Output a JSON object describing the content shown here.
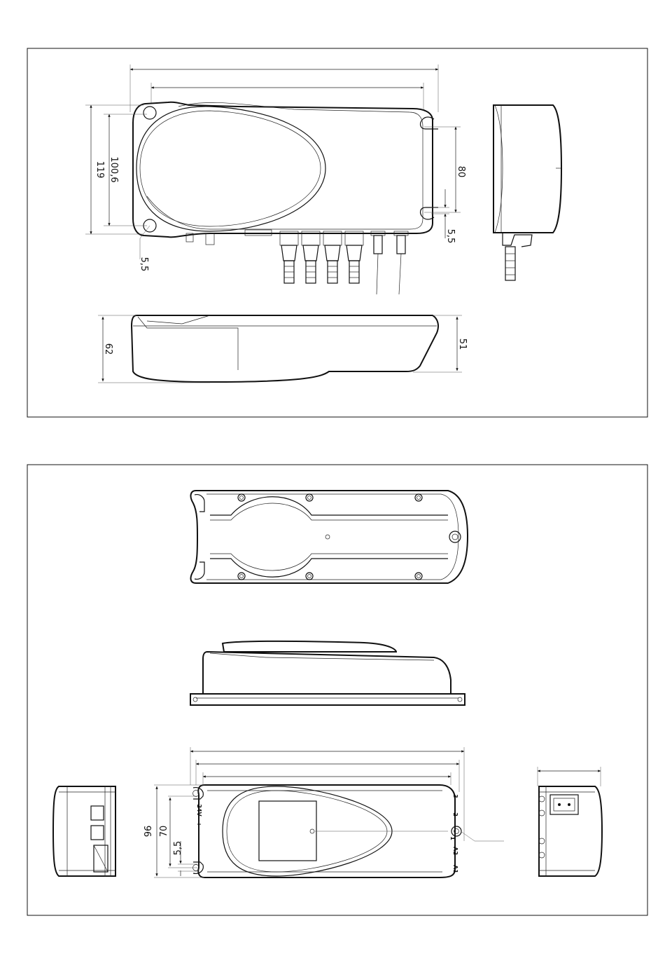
{
  "sheet_top": {
    "front_view": {
      "dim_height_outer": "119",
      "dim_height_inner": "100,6",
      "dim_hole": "5,5",
      "dim_slot_spacing": "80",
      "dim_slot": "5,5"
    },
    "top_view": {
      "dim_height_left": "62",
      "dim_height_right": "51"
    }
  },
  "sheet_bottom": {
    "front_view": {
      "dim_height_outer": "96",
      "dim_height_inner": "70",
      "dim_hole": "5,5",
      "terminal_labels": [
        "24V",
        "+",
        "3",
        "2",
        "1",
        "A2",
        "A1"
      ]
    }
  }
}
